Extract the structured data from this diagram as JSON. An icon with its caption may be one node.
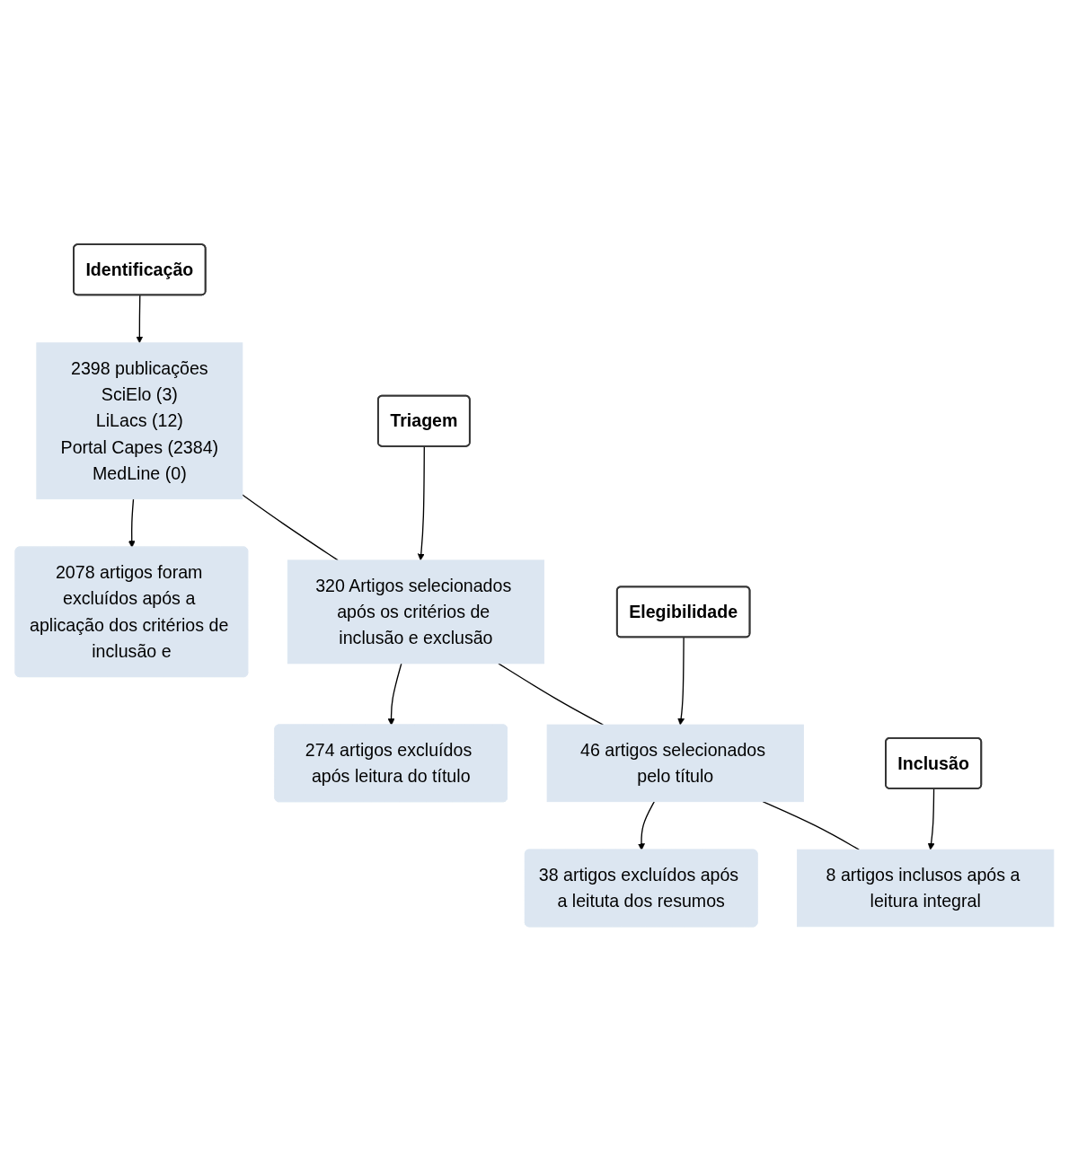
{
  "diagram": {
    "nodes": [
      {
        "text": [
          "Identificação"
        ]
      },
      {
        "text": [
          "2398 publicações",
          "SciElo (3)",
          "LiLacs (12)",
          "Portal Capes (2384)",
          "MedLine (0)"
        ]
      },
      {
        "text": [
          "2078 artigos foram excluídos após a aplicação dos critérios de inclusão e"
        ]
      },
      {
        "text": [
          "Triagem"
        ]
      },
      {
        "text": [
          "320 Artigos selecionados após os critérios de inclusão e exclusão"
        ]
      },
      {
        "text": [
          "274 artigos excluídos após leitura do título"
        ]
      },
      {
        "text": [
          "Elegibilidade"
        ]
      },
      {
        "text": [
          "46 artigos selecionados pelo título"
        ]
      },
      {
        "text": [
          "38 artigos excluídos após a leituta dos resumos"
        ]
      },
      {
        "text": [
          "Inclusão"
        ]
      },
      {
        "text": [
          "8 artigos inclusos após a leitura integral"
        ]
      }
    ],
    "edges": [
      {
        "from": 0,
        "to": 1,
        "arrow": "to"
      },
      {
        "from": 1,
        "to": 4,
        "arrow": "none"
      },
      {
        "from": 1,
        "to": 2,
        "arrow": "to"
      },
      {
        "from": 3,
        "to": 4,
        "arrow": "to"
      },
      {
        "from": 4,
        "to": 7,
        "arrow": "none"
      },
      {
        "from": 4,
        "to": 5,
        "arrow": "to"
      },
      {
        "from": 6,
        "to": 7,
        "arrow": "to"
      },
      {
        "from": 7,
        "to": 10,
        "arrow": "none"
      },
      {
        "from": 7,
        "to": 8,
        "arrow": "to"
      },
      {
        "from": 9,
        "to": 10,
        "arrow": "to"
      }
    ]
  }
}
